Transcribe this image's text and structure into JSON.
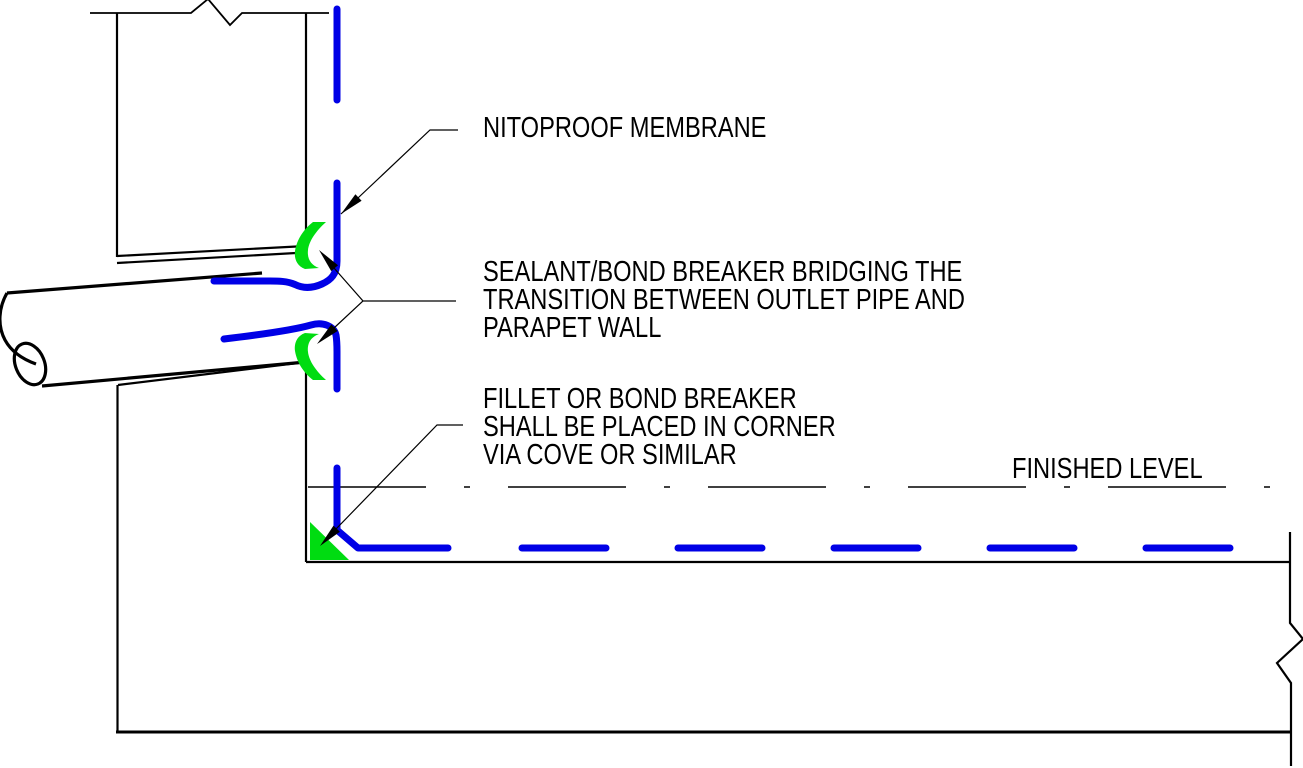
{
  "drawing": {
    "labels": {
      "membrane": "NITOPROOF MEMBRANE",
      "sealant_lines": [
        "SEALANT/BOND BREAKER BRIDGING THE",
        "TRANSITION BETWEEN OUTLET PIPE AND",
        "PARAPET WALL"
      ],
      "fillet_lines": [
        "FILLET OR BOND BREAKER",
        "SHALL BE PLACED IN CORNER",
        "VIA COVE OR SIMILAR"
      ],
      "finished_level": "FINISHED LEVEL"
    },
    "colors": {
      "membrane": "#0000e6",
      "sealant": "#00dc11",
      "line": "#000000",
      "background": "#ffffff"
    }
  }
}
